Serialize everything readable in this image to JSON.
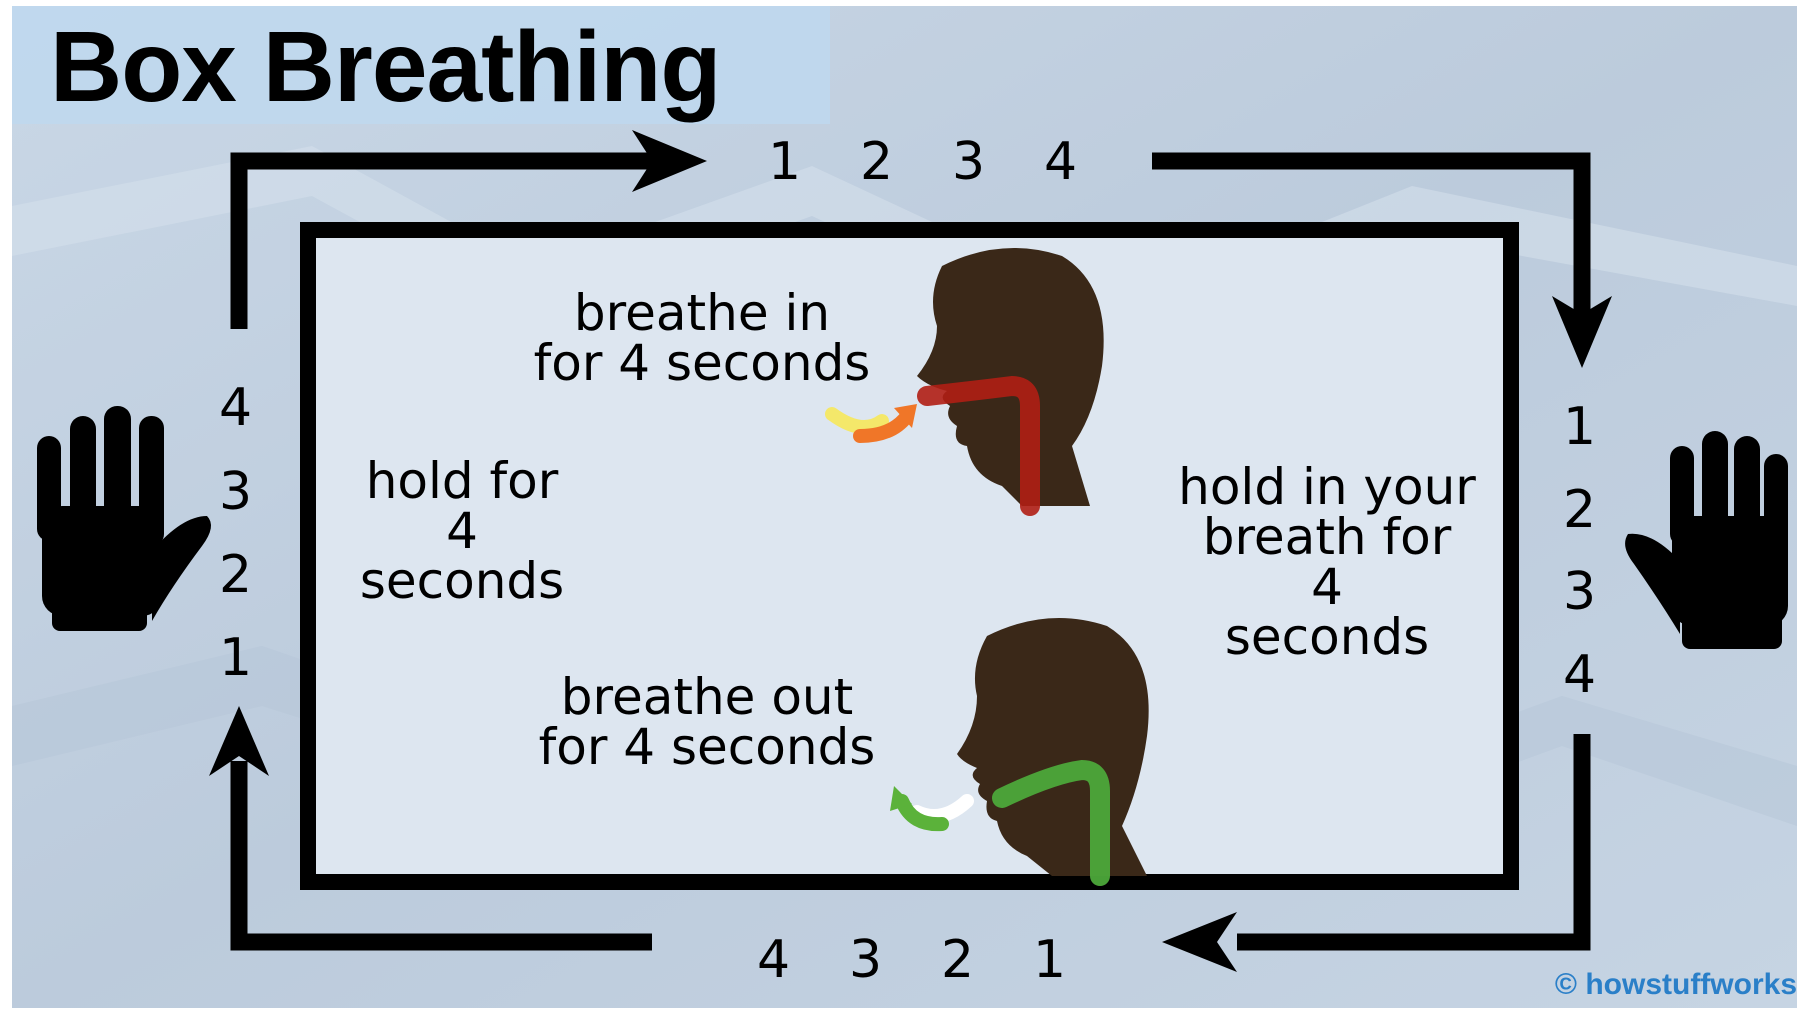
{
  "title": "Box Breathing",
  "steps": {
    "inhale": {
      "line1": "breathe in",
      "line2": "for 4 seconds"
    },
    "hold_full": {
      "line1": "hold in your",
      "line2": "breath for",
      "line3": "4",
      "line4": "seconds"
    },
    "exhale": {
      "line1": "breathe out",
      "line2": "for 4 seconds"
    },
    "hold_empty": {
      "line1": "hold for",
      "line2": "4",
      "line3": "seconds"
    }
  },
  "counts": {
    "top": [
      "1",
      "2",
      "3",
      "4"
    ],
    "right": [
      "1",
      "2",
      "3",
      "4"
    ],
    "bottom": [
      "4",
      "3",
      "2",
      "1"
    ],
    "left": [
      "4",
      "3",
      "2",
      "1"
    ]
  },
  "credit": "© howstuffworks",
  "colors": {
    "background": "#c3d2e1",
    "inner_panel": "#dde6f0",
    "title_band": "#bed8ee",
    "arrows": "#000000",
    "head": "#3a2818",
    "inhale_airway": "#b01e14",
    "exhale_airway": "#4ca83a",
    "credit": "#2a7fc8"
  },
  "icons": [
    "raised-hand-icon",
    "head-silhouette-icon",
    "inhale-arrow-icon",
    "exhale-arrow-icon"
  ]
}
